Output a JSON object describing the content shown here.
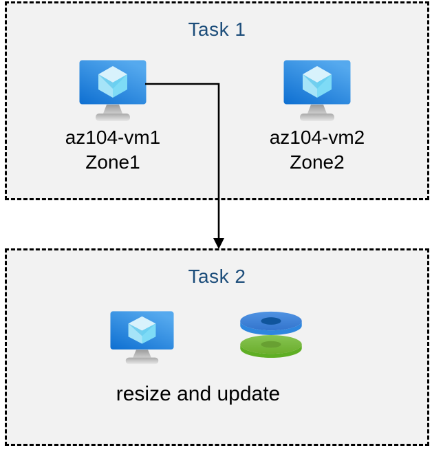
{
  "task1": {
    "title": "Task 1",
    "vms": [
      {
        "name": "az104-vm1",
        "zone": "Zone1",
        "icon": "virtual-machine-icon"
      },
      {
        "name": "az104-vm2",
        "zone": "Zone2",
        "icon": "virtual-machine-icon"
      }
    ]
  },
  "task2": {
    "title": "Task 2",
    "caption": "resize and update",
    "icons": [
      "virtual-machine-icon",
      "disks-icon"
    ]
  },
  "connector": {
    "from": "az104-vm1",
    "to": "Task 2",
    "style": "elbow-arrow-down"
  },
  "colors": {
    "page_background": "#ffffff",
    "box_background": "#f2f2f2",
    "box_border": "#000000",
    "title_text": "#1c4d7a",
    "label_text": "#000000",
    "vm_screen_top": "#55a9ee",
    "vm_screen_bottom": "#0e6fd1",
    "cube_top": "#d8f2fc",
    "cube_left": "#a6e4f8",
    "cube_right": "#7edbf6",
    "disk_blue_top": "#3b82d8",
    "disk_blue_side": "#2e86de",
    "disk_blue_hole": "#10559c",
    "disk_green_top": "#79b93d",
    "disk_green_side": "#5fae24",
    "disk_green_hole": "#68a032",
    "arrow": "#000000"
  }
}
